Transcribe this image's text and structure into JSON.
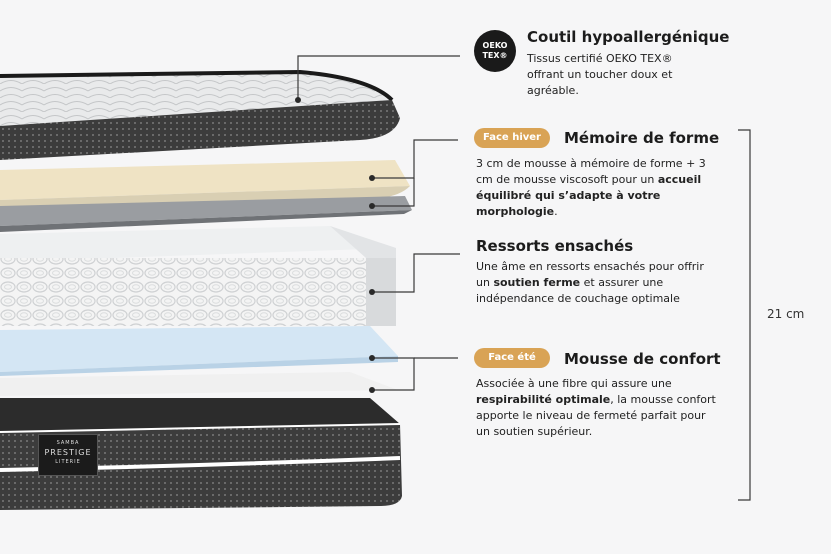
{
  "brand": {
    "top": "SAMBA",
    "name": "PRESTIGE",
    "bottom": "LITERIE"
  },
  "oeko_badge": {
    "line1": "OEKO",
    "line2": "TEX®"
  },
  "sections": [
    {
      "title": "Coutil hypoallergénique",
      "pill": "",
      "desc_parts": [
        "Tissus certifié OEKO TEX® offrant un toucher doux et agréable."
      ]
    },
    {
      "title": "Mémoire de forme",
      "pill": "Face hiver",
      "desc_parts": [
        "3 cm de mousse à mémoire de forme + 3 cm de mousse viscosoft pour un ",
        "accueil équilibré qui s’adapte à votre morphologie",
        "."
      ]
    },
    {
      "title": "Ressorts ensachés",
      "pill": "",
      "desc_parts": [
        "Une âme en ressorts ensachés pour offrir un ",
        "soutien ferme",
        " et assurer une indépendance de couchage optimale"
      ]
    },
    {
      "title": "Mousse de confort",
      "pill": "Face été",
      "desc_parts": [
        "Associée à une fibre qui assure une ",
        "respirabilité optimale",
        ", la mousse confort apporte le niveau de fermeté parfait pour un soutien supérieur."
      ]
    }
  ],
  "dimension": "21 cm",
  "colors": {
    "accent": "#d9a355",
    "dark": "#2b2b2b",
    "memory_foam": "#efe3c4",
    "comfort_foam": "#d4e6f4"
  },
  "icons": [
    "oeko-tex-icon",
    "brand-label-icon"
  ]
}
